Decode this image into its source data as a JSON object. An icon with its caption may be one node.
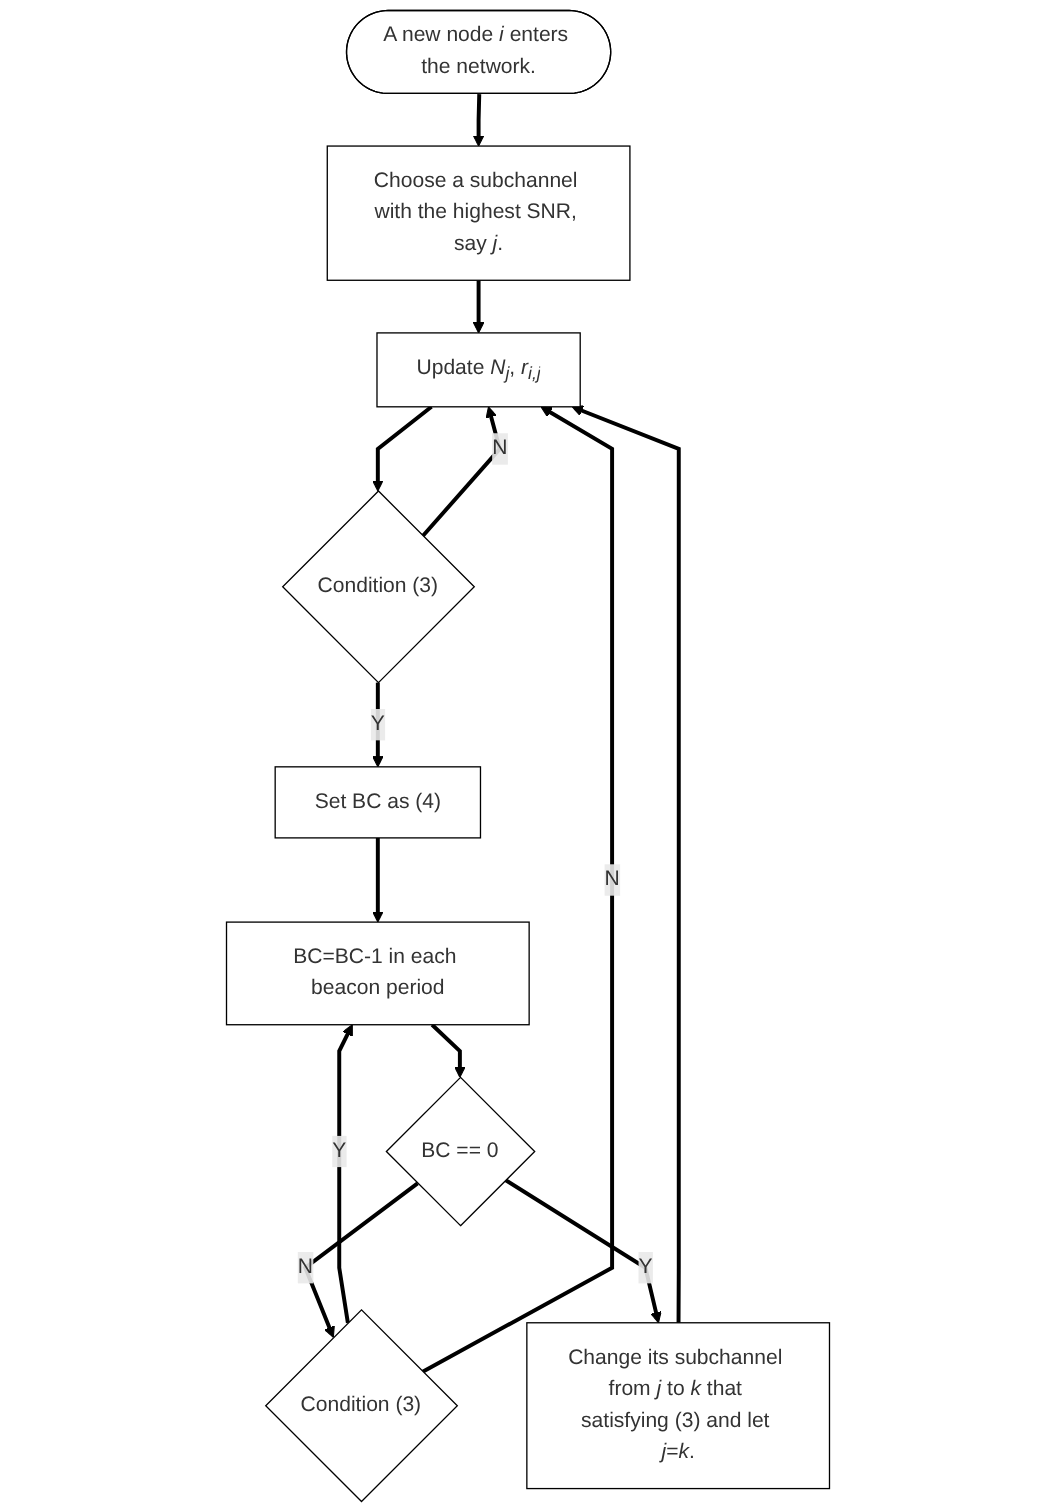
{
  "diagram": {
    "nodes": [
      {
        "text": [
          "A new node *i* enters the network."
        ]
      },
      {
        "text": [
          "Choose a subchannel with the highest SNR, say *j*."
        ]
      },
      {
        "text": [
          "Update *N*$_{j}$, *r*$_{i,j}$"
        ]
      },
      {
        "text": [
          "Condition (3)"
        ]
      },
      {
        "text": [
          "Set BC as (4)"
        ]
      },
      {
        "text": [
          "BC=BC-1 in each beacon period"
        ]
      },
      {
        "text": [
          "BC == 0"
        ]
      },
      {
        "text": [
          "Condition (3)"
        ]
      },
      {
        "text": [
          "Change its subchannel from *j* to *k* that satisfying (3) and let *j*=*k*."
        ]
      }
    ],
    "edges": [
      {
        "from": 0,
        "to": 1,
        "arrow": "to"
      },
      {
        "from": 1,
        "to": 2,
        "arrow": "to"
      },
      {
        "from": 2,
        "to": 3,
        "arrow": "to"
      },
      {
        "from": 3,
        "to": 2,
        "arrow": "to",
        "label": "N"
      },
      {
        "from": 3,
        "to": 4,
        "arrow": "to",
        "label": "Y"
      },
      {
        "from": 4,
        "to": 5,
        "arrow": "to"
      },
      {
        "from": 5,
        "to": 6,
        "arrow": "to"
      },
      {
        "from": 6,
        "to": 7,
        "arrow": "to",
        "label": "N"
      },
      {
        "from": 7,
        "to": 5,
        "arrow": "to",
        "label": "Y"
      },
      {
        "from": 7,
        "to": 2,
        "arrow": "to",
        "label": "N"
      },
      {
        "from": 6,
        "to": 8,
        "arrow": "to",
        "label": "Y"
      },
      {
        "from": 8,
        "to": 2,
        "arrow": "to"
      }
    ]
  }
}
